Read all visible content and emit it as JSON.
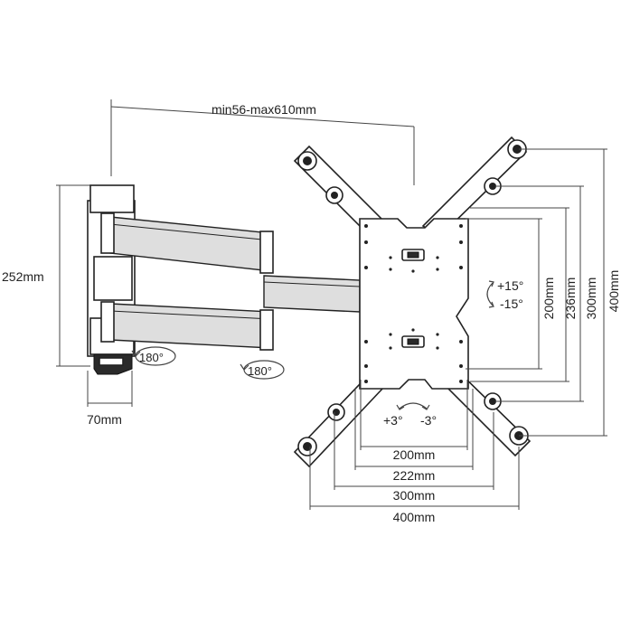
{
  "diagram": {
    "title": "TV wall mount dimension drawing",
    "labels": {
      "arm_extension": "min56-max610mm",
      "wall_plate_height": "252mm",
      "wall_plate_width": "70mm",
      "swivel_wall": "180°",
      "swivel_arm": "180°",
      "tilt_up": "+15°",
      "tilt_down": "-15°",
      "rotate_left": "+3°",
      "rotate_right": "-3°"
    },
    "vesa_vertical": [
      "200mm",
      "236mm",
      "300mm",
      "400mm"
    ],
    "vesa_horizontal": [
      "200mm",
      "222mm",
      "300mm",
      "400mm"
    ],
    "colors": {
      "line": "#222222",
      "dimension": "#444444",
      "arm_fill": "#dedede"
    }
  }
}
